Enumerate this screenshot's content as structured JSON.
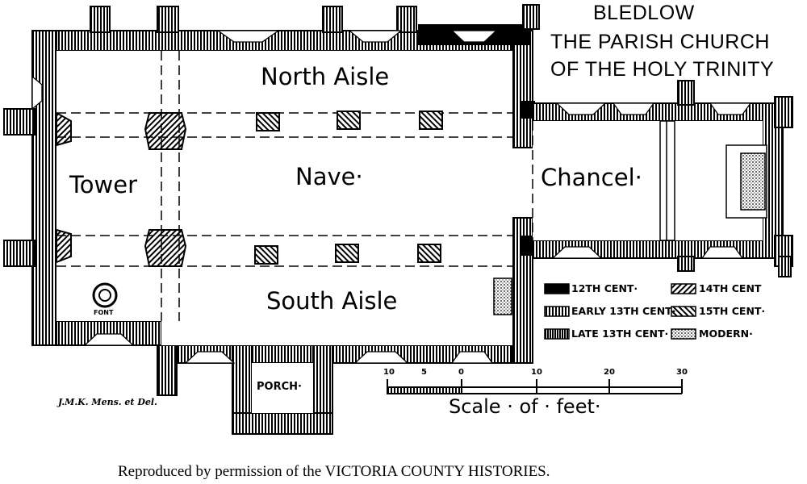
{
  "title": {
    "line1": "BLEDLOW",
    "line2": "THE PARISH CHURCH",
    "line3": "OF THE HOLY TRINITY"
  },
  "rooms": {
    "north_aisle": "North Aisle",
    "nave": "Nave·",
    "tower": "Tower",
    "chancel": "Chancel·",
    "south_aisle": "South Aisle",
    "porch": "PORCH·",
    "font": "FONT"
  },
  "legend": [
    {
      "label": "12TH CENT·",
      "pattern": "solid"
    },
    {
      "label": "EARLY 13TH CENT·",
      "pattern": "vertical"
    },
    {
      "label": "LATE 13TH CENT·",
      "pattern": "vertical-heavy"
    },
    {
      "label": "14TH CENT",
      "pattern": "diagonal-right"
    },
    {
      "label": "15TH CENT·",
      "pattern": "diagonal-left"
    },
    {
      "label": "MODERN·",
      "pattern": "dots"
    }
  ],
  "scale": {
    "ticks": [
      "10",
      "5",
      "0",
      "10",
      "20",
      "30"
    ],
    "label": "Scale · of · feet·"
  },
  "signature": "J.M.K. Mens. et Del.",
  "caption": "Reproduced by permission of the VICTORIA COUNTY HISTORIES."
}
